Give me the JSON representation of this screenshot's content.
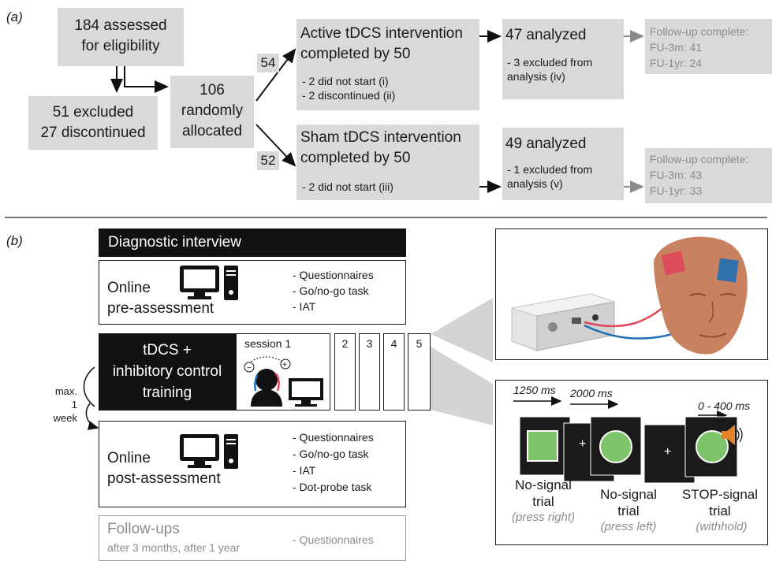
{
  "panel_a": {
    "label": "(a)",
    "assessed": "184 assessed\nfor eligibility",
    "excluded": "51 excluded\n27 discontinued",
    "allocated": "106\nrandomly\nallocated",
    "active_count": "54",
    "sham_count": "52",
    "active_title": "Active tDCS intervention\ncompleted by 50",
    "active_notes": "- 2 did not start (i)\n- 2 discontinued (ii)",
    "sham_title": "Sham tDCS intervention\ncompleted by 50",
    "sham_notes": "- 2 did not start (iii)",
    "active_analyzed": "47 analyzed",
    "active_excluded": "- 3 excluded from\nanalysis (iv)",
    "sham_analyzed": "49 analyzed",
    "sham_excluded": "- 1 excluded from\nanalysis (v)",
    "active_followup": "Follow-up complete:\nFU-3m:  41\nFU-1yr: 24",
    "sham_followup": "Follow-up complete:\nFU-3m:  43\nFU-1yr: 33"
  },
  "panel_b": {
    "label": "(b)",
    "diagnostic": "Diagnostic interview",
    "pre_title": "Online\npre-assessment",
    "pre_items": "- Questionnaires\n- Go/no-go task\n- IAT",
    "training": "tDCS +\ninhibitory control\ntraining",
    "session1": "session 1",
    "sessions": [
      "2",
      "3",
      "4",
      "5"
    ],
    "max_week": "max.\n1 week",
    "post_title": "Online\npost-assessment",
    "post_items": "- Questionnaires\n- Go/no-go task\n- IAT\n- Dot-probe task",
    "followups_title": "Follow-ups",
    "followups_sub": "after 3 months, after 1 year",
    "followups_items": "- Questionnaires",
    "timing1": "1250 ms",
    "timing2": "2000 ms",
    "timing3": "0 - 400 ms",
    "trial1": "No-signal\ntrial",
    "trial1_note": "(press right)",
    "trial2": "No-signal\ntrial",
    "trial2_note": "(press left)",
    "trial3": "STOP-signal\ntrial",
    "trial3_note": "(withhold)",
    "plus": "+"
  },
  "colors": {
    "box_gray": "#d9d9d9",
    "faded_text": "#8c8c8c",
    "stimulus_green": "#7ec46a",
    "electrode_red": "#e0435a",
    "electrode_blue": "#1f6fb5",
    "skin": "#c9825f",
    "speaker_orange": "#e8822a"
  }
}
